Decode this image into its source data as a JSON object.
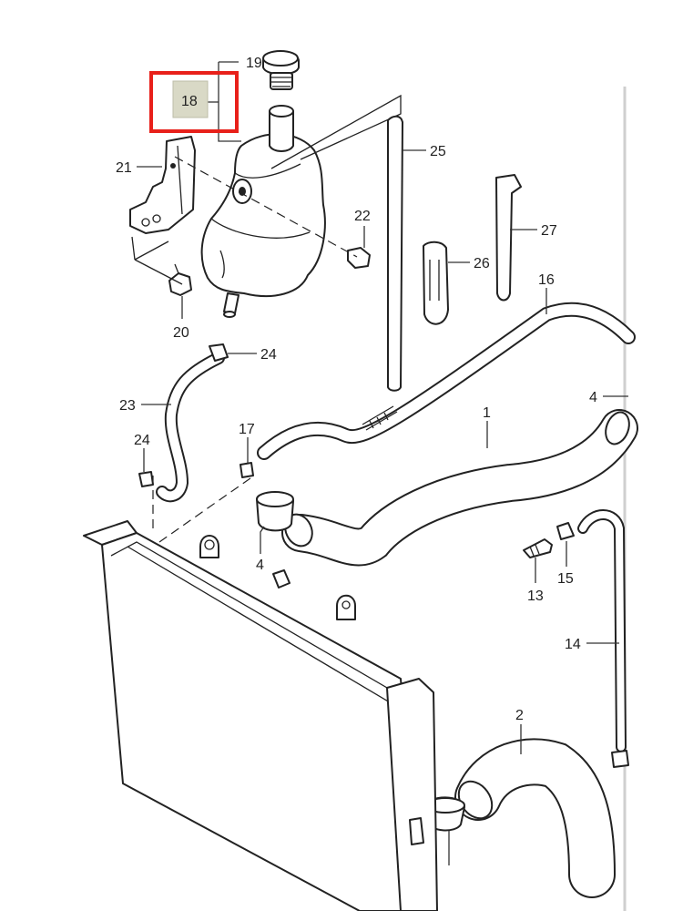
{
  "highlight_color": "#e8201a",
  "highlight_badge_fill": "#d9d9c6",
  "callouts": {
    "c1": "1",
    "c2": "2",
    "c4a": "4",
    "c4b": "4",
    "c13": "13",
    "c14": "14",
    "c15": "15",
    "c16": "16",
    "c17": "17",
    "c18": "18",
    "c19": "19",
    "c20": "20",
    "c21": "21",
    "c22": "22",
    "c23": "23",
    "c24a": "24",
    "c24b": "24",
    "c25": "25",
    "c26": "26",
    "c27": "27"
  }
}
